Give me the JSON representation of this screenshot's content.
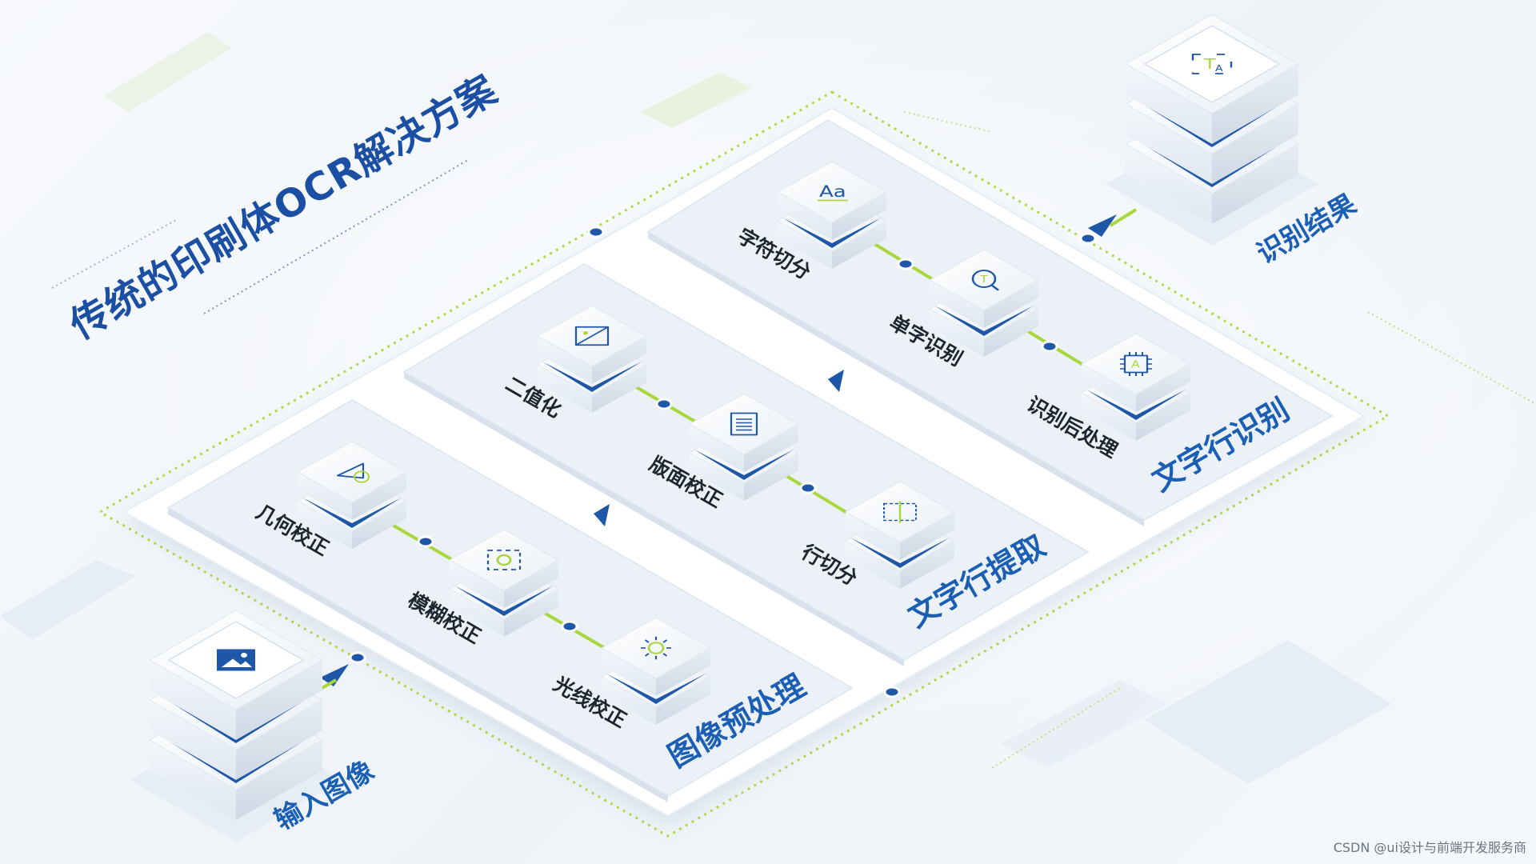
{
  "title": "传统的印刷体OCR解决方案",
  "colors": {
    "primary_blue": "#1b5fb5",
    "dark_blue": "#1f57a8",
    "accent_green": "#a8d63c",
    "platform_white": "#ffffff",
    "block_face": "#e8eef5"
  },
  "input": {
    "label": "输入图像",
    "icon": "image-icon"
  },
  "output": {
    "label": "识别结果",
    "icon": "text-recognition-icon"
  },
  "stages": [
    {
      "name": "图像预处理",
      "steps": [
        {
          "label": "几何校正",
          "icon": "triangle-shape-icon"
        },
        {
          "label": "模糊校正",
          "icon": "focus-gear-icon"
        },
        {
          "label": "光线校正",
          "icon": "sun-icon"
        }
      ]
    },
    {
      "name": "文字行提取",
      "steps": [
        {
          "label": "二值化",
          "icon": "binarize-document-icon"
        },
        {
          "label": "版面校正",
          "icon": "layout-document-icon"
        },
        {
          "label": "行切分",
          "icon": "line-split-icon"
        }
      ]
    },
    {
      "name": "文字行识别",
      "steps": [
        {
          "label": "字符切分",
          "icon": "character-aa-icon"
        },
        {
          "label": "单字识别",
          "icon": "character-magnify-icon"
        },
        {
          "label": "识别后处理",
          "icon": "chip-a-icon"
        }
      ]
    }
  ],
  "watermark": "CSDN @ui设计与前端开发服务商"
}
